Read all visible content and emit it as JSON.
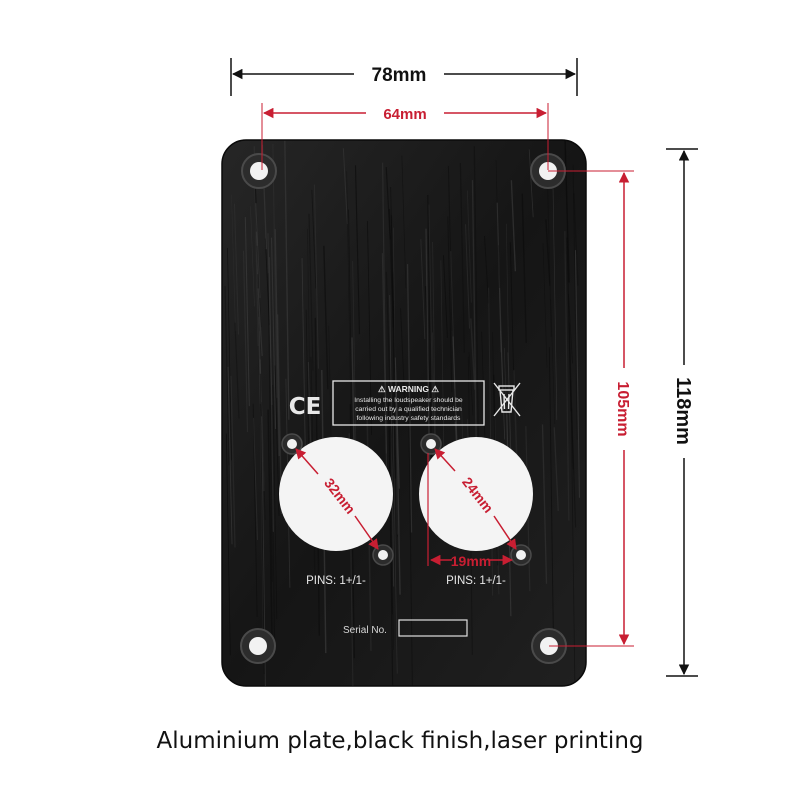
{
  "dimensions": {
    "overall_width": "78mm",
    "hole_spacing_width": "64mm",
    "overall_height": "118mm",
    "hole_spacing_height": "105mm",
    "left_cutout": "32mm",
    "right_cutout": "24mm",
    "right_mount_offset": "19mm"
  },
  "plate": {
    "ce_mark": "CE",
    "warning": {
      "title": "⚠ WARNING ⚠",
      "lines": [
        "Installing the loudspeaker should be",
        "carried out by a qualified technician",
        "following industry safety standards"
      ]
    },
    "left_pins_label": "PINS: 1+/1-",
    "right_pins_label": "PINS: 1+/1-",
    "serial_label": "Serial No."
  },
  "caption": "Aluminium plate,black finish,laser printing",
  "colors": {
    "plate": "#141414",
    "dimension_red": "#c81e32",
    "dimension_black": "#111111",
    "plate_text": "#e8e8e8"
  }
}
